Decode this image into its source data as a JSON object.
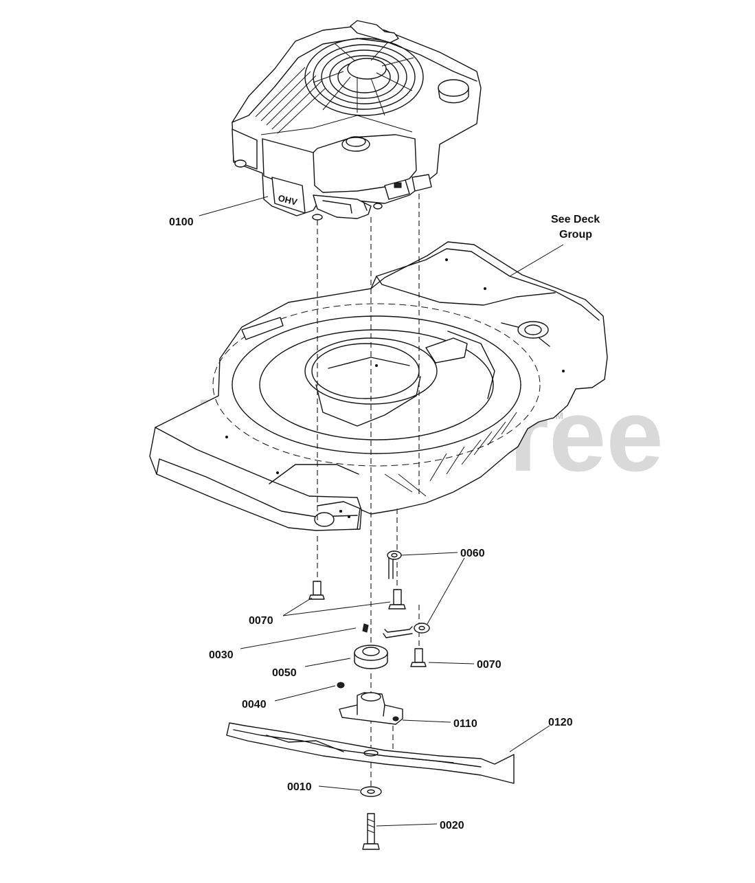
{
  "watermark": {
    "text": "PartsTree",
    "trademark": "TM"
  },
  "callouts": {
    "c0100": "0100",
    "see_deck": [
      "See Deck",
      "Group"
    ],
    "c0060": "0060",
    "c0070_left": "0070",
    "c0030": "0030",
    "c0050": "0050",
    "c0070_right": "0070",
    "c0040": "0040",
    "c0110": "0110",
    "c0120": "0120",
    "c0010": "0010",
    "c0020": "0020"
  },
  "engine_badge": "OHV"
}
